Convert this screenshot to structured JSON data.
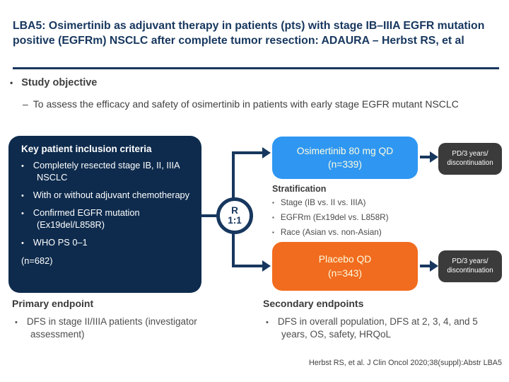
{
  "header": {
    "title": "LBA5: Osimertinib as adjuvant therapy in patients (pts) with stage IB–IIIA EGFR mutation positive (EGFRm) NSCLC after complete tumor resection: ADAURA – Herbst RS, et al"
  },
  "objective": {
    "heading": "Study objective",
    "text": "To assess the efficacy and safety of osimertinib in patients with early stage EGFR mutant NSCLC"
  },
  "inclusion": {
    "title": "Key patient inclusion criteria",
    "bullets": [
      "Completely resected stage IB, II, IIIA NSCLC",
      "With or without adjuvant chemotherapy",
      "Confirmed EGFR mutation (Ex19del/L858R)",
      "WHO PS 0–1"
    ],
    "n_label": "(n=682)"
  },
  "randomization": {
    "r": "R",
    "ratio": "1:1"
  },
  "arms": [
    {
      "label": "Osimertinib 80 mg QD",
      "n": "(n=339)"
    },
    {
      "label": "Placebo QD",
      "n": "(n=343)"
    }
  ],
  "stratification": {
    "title": "Stratification",
    "bullets": [
      "Stage (IB vs. II vs. IIIA)",
      "EGFRm (Ex19del vs. L858R)",
      "Race (Asian vs. non-Asian)"
    ]
  },
  "outcomes": [
    {
      "line1": "PD/3 years/",
      "line2": "discontinuation"
    },
    {
      "line1": "PD/3 years/",
      "line2": "discontinuation"
    }
  ],
  "endpoints": {
    "primary": {
      "heading": "Primary endpoint",
      "bullet": "DFS in stage II/IIIA patients (investigator assessment)"
    },
    "secondary": {
      "heading": "Secondary endpoints",
      "bullet": "DFS in overall population, DFS at 2, 3, 4, and 5 years, OS, safety, HRQoL"
    }
  },
  "footer": {
    "citation": "Herbst RS, et al. J Clin Oncol 2020;38(suppl):Abstr LBA5"
  },
  "colors": {
    "title_navy": "#17375e",
    "inclusion_box_navy": "#0e2b4d",
    "arm_blue": "#2f97f2",
    "arm_orange": "#f16c1f",
    "outcome_gray": "#3b3b3b",
    "arm_text_pale_yellow": "#fcfcdf",
    "body_text_gray": "#4d4d4d"
  }
}
